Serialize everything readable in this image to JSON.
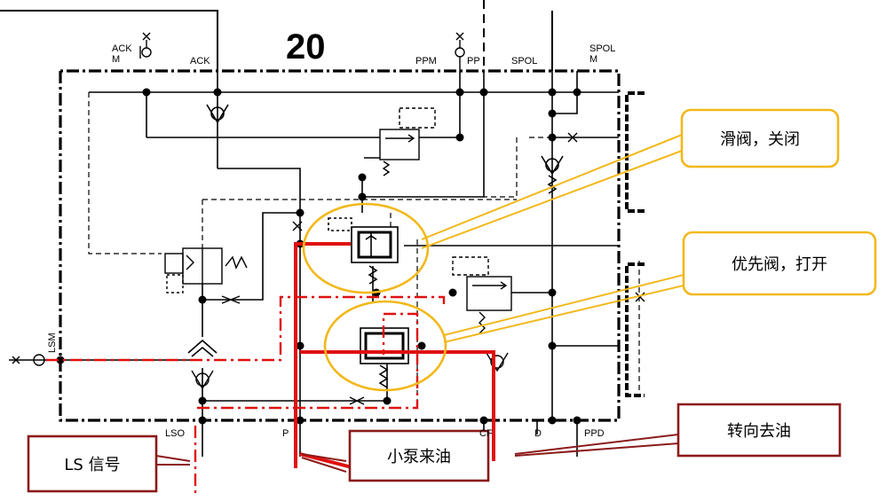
{
  "diagram": {
    "number": "20",
    "ports": {
      "ackm": "ACK\nM",
      "ack": "ACK",
      "ppm": "PPM",
      "pp": "PP",
      "spol": "SPOL",
      "spolm": "SPOL\nM",
      "lsm": "LSM",
      "lso": "LSO",
      "p": "P",
      "cf": "CF",
      "d": "D",
      "ppd": "PPD"
    },
    "callouts": {
      "slide_valve_closed": "滑阀，关闭",
      "priority_valve_open": "优先阀，打开",
      "steering_oil": "转向去油",
      "small_pump_oil": "小泵来油",
      "ls_signal": "LS 信号"
    },
    "colors": {
      "line": "#000000",
      "oil_path": "#e01010",
      "callout_yellow": "#f2b81a",
      "callout_darkred": "#8b1a1a"
    }
  }
}
